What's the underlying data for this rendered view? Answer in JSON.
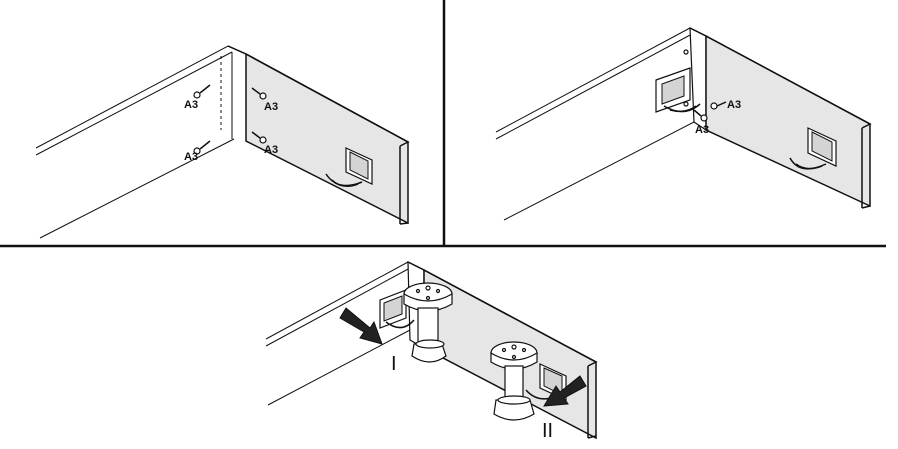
{
  "panels": {
    "top_left": {
      "screw_labels": [
        "A3",
        "A3",
        "A3",
        "A3"
      ]
    },
    "top_right": {
      "screw_labels": [
        "A3",
        "A3"
      ]
    },
    "bottom": {
      "step_labels": [
        "I",
        "II"
      ]
    }
  },
  "colors": {
    "line": "#111111",
    "board": "#e6e6e6",
    "background": "#ffffff"
  },
  "icons": [
    "screw-icon",
    "bracket-icon",
    "leg-foot-icon",
    "arrow-icon"
  ]
}
